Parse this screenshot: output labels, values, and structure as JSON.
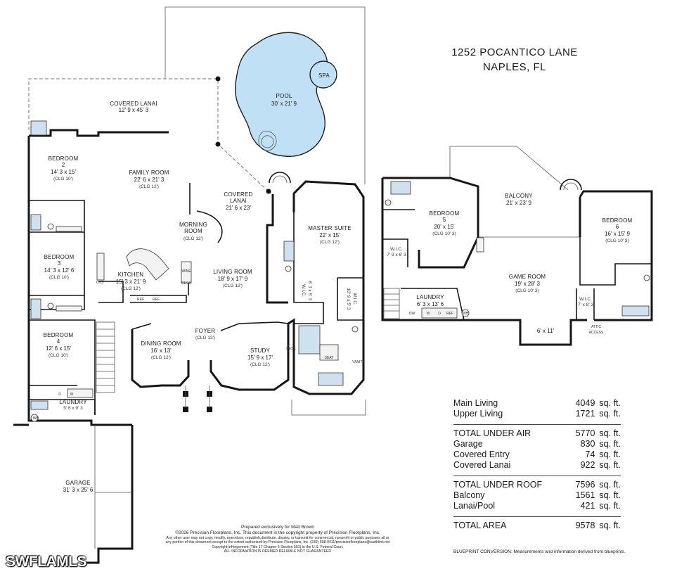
{
  "property": {
    "address_line1": "1252 POCANTICO LANE",
    "address_line2": "NAPLES, FL"
  },
  "rooms": {
    "covered_lanai_top": {
      "name": "COVERED LANAI",
      "dims": "12' 9 x 45' 3"
    },
    "pool": {
      "name": "POOL",
      "dims": "30' x 21' 9"
    },
    "spa": {
      "name": "SPA"
    },
    "bedroom2": {
      "name": "BEDROOM",
      "num": "2",
      "dims": "14' 3 x 15'",
      "clg": "(CLG 10')"
    },
    "family_room": {
      "name": "FAMILY ROOM",
      "dims": "22' 6 x 21' 3",
      "clg": "(CLG 12')"
    },
    "covered_lanai_mid": {
      "name": "COVERED",
      "name2": "LANAI",
      "dims": "21' 6 x 23'"
    },
    "master_suite": {
      "name": "MASTER SUITE",
      "dims": "22' x 15'",
      "clg": "(CLG 12')"
    },
    "morning_room": {
      "name": "MORNING",
      "name2": "ROOM",
      "clg": "(CLG 12')"
    },
    "bedroom3": {
      "name": "BEDROOM",
      "num": "3",
      "dims": "14' 3 x 12' 6",
      "clg": "(CLG 10')"
    },
    "kitchen": {
      "name": "KITCHEN",
      "dims": "15' 3 x 21' 9",
      "clg": "(CLG 12')"
    },
    "living_room": {
      "name": "LIVING ROOM",
      "dims": "18' 9 x 17' 9",
      "clg": "(CLG 12')"
    },
    "wic_master1": {
      "name": "W.I.C.",
      "dims": "6' 3 x 5' 3"
    },
    "wic_master2": {
      "name": "W.I.C.",
      "dims": "10' 9 x 5' 3"
    },
    "bedroom4": {
      "name": "BEDROOM",
      "num": "4",
      "dims": "12' 6 x 15'",
      "clg": "(CLG 10')"
    },
    "dining_room": {
      "name": "DINING ROOM",
      "dims": "16' x 13'",
      "clg": "(CLG 12')"
    },
    "foyer": {
      "name": "FOYER",
      "clg": "(CLG 13')"
    },
    "study": {
      "name": "STUDY",
      "dims": "15' 9 x 17'",
      "clg": "(CLG 12')"
    },
    "laundry_main": {
      "name": "LAUNDRY",
      "dims": "5' 6 x 9' 3"
    },
    "garage": {
      "name": "GARAGE",
      "dims": "31' 3 x 25' 6"
    },
    "balcony": {
      "name": "BALCONY",
      "dims": "21' x 23' 9"
    },
    "bedroom5": {
      "name": "BEDROOM",
      "num": "5",
      "dims": "20' x 15'",
      "clg": "(CLG 10' 3)"
    },
    "bedroom6": {
      "name": "BEDROOM",
      "num": "6",
      "dims": "16' x 15' 9",
      "clg": "(CLG 10' 3)"
    },
    "wic_up1": {
      "name": "W.I.C.",
      "dims": "7' 9 x 6' 3"
    },
    "game_room": {
      "name": "GAME ROOM",
      "dims": "19' x 28' 3",
      "clg": "(CLG 10' 3)"
    },
    "laundry_up": {
      "name": "LAUNDRY",
      "dims": "6' 3 x 13' 6"
    },
    "wic_up2": {
      "name": "W.I.C.",
      "dims": "7' x 8' 3"
    },
    "alcove": {
      "dims": "6' x 11'"
    },
    "attic": {
      "line1": "ATTIC",
      "line2": "ACCESS"
    }
  },
  "fixture_labels": {
    "desk": "DESK",
    "wine": "WINE",
    "ref": "REF",
    "dw": "DW",
    "w": "W",
    "d": "D",
    "wh": "WH",
    "seat": "SEAT",
    "vanity": "VANITY",
    "ovs": "OVS"
  },
  "area_summary": {
    "group1": [
      {
        "label": "Main Living",
        "value": "4049",
        "unit": "sq. ft."
      },
      {
        "label": "Upper Living",
        "value": "1721",
        "unit": "sq. ft."
      }
    ],
    "group2": [
      {
        "label": "TOTAL UNDER AIR",
        "value": "5770",
        "unit": "sq. ft."
      },
      {
        "label": "Garage",
        "value": "830",
        "unit": "sq. ft."
      },
      {
        "label": "Covered Entry",
        "value": "74",
        "unit": "sq. ft."
      },
      {
        "label": "Covered Lanai",
        "value": "922",
        "unit": "sq. ft."
      }
    ],
    "group3": [
      {
        "label": "TOTAL UNDER ROOF",
        "value": "7596",
        "unit": "sq. ft."
      },
      {
        "label": "Balcony",
        "value": "1561",
        "unit": "sq. ft."
      },
      {
        "label": "Lanai/Pool",
        "value": "421",
        "unit": "sq. ft."
      }
    ],
    "group4": [
      {
        "label": "TOTAL AREA",
        "value": "9578",
        "unit": "sq. ft."
      }
    ]
  },
  "blueprint_note": "BLUEPRINT CONVERSION: Measurements and information derived from blueprints.",
  "copyright": {
    "line1": "Prepared exclusively for Matt Brown",
    "line2": "©2026 Precision Floorplans, Inc.  This document is the copyright property of Precision Floorplans, Inc.",
    "line3": "Any other user may not copy, modify, reproduce, republish,distribute, display, or transmit for commercial, nonprofit or public purposes all or",
    "line4": "any portion of this document except to the extent authorized by:Precision Floorplans, Inc. (239) 598-9411/precisionfloorplans@earthlink.net",
    "line5": "Copyright infringement (Title 17 Chapter 5 Section 501) in the U.S. Federal Court.",
    "line6": "ALL INFORMATION IS DEEMED RELIABLE NOT GUARANTEED"
  },
  "watermark": "SWFLAMLS"
}
